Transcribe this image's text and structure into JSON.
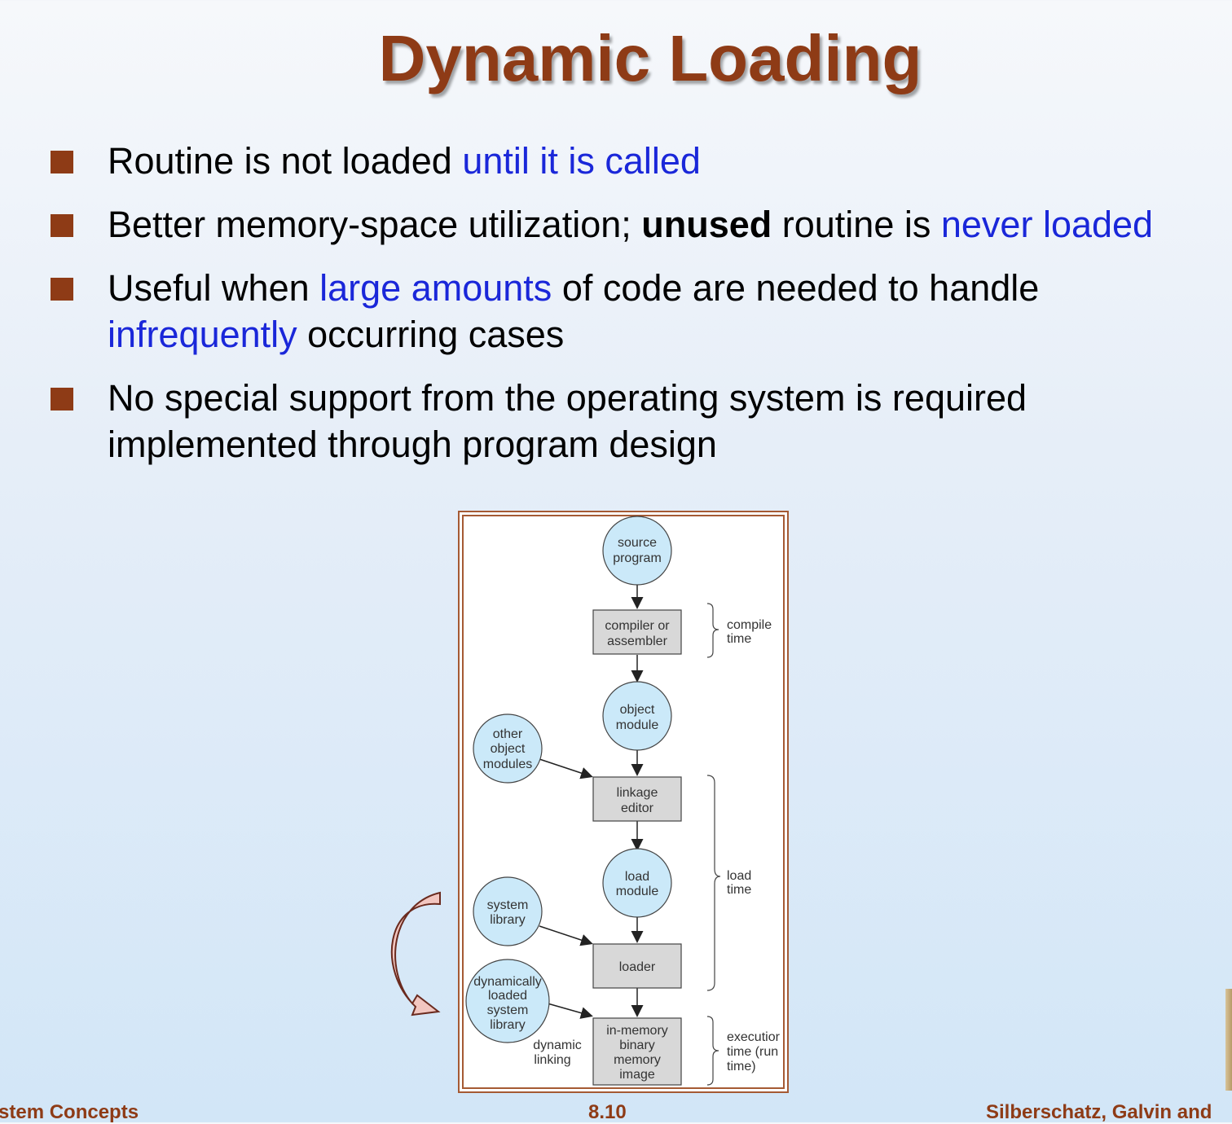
{
  "slide": {
    "title": "Dynamic Loading",
    "bullets": [
      {
        "parts": [
          {
            "text": "Routine is not loaded "
          },
          {
            "text": "until it is called",
            "style": "blue"
          }
        ]
      },
      {
        "parts": [
          {
            "text": "Better memory-space utilization; "
          },
          {
            "text": "unused",
            "style": "bold"
          },
          {
            "text": " routine is "
          },
          {
            "text": "never loaded",
            "style": "blue"
          }
        ]
      },
      {
        "parts": [
          {
            "text": "Useful when "
          },
          {
            "text": "large amounts",
            "style": "blue"
          },
          {
            "text": " of code are needed to handle"
          }
        ],
        "line2": [
          {
            "text": "infrequently",
            "style": "blue"
          },
          {
            "text": " occurring cases"
          }
        ]
      },
      {
        "parts": [
          {
            "text": "No special support from the operating system is required"
          }
        ],
        "line2": [
          {
            "text": "implemented through program design"
          }
        ]
      }
    ]
  },
  "diagram": {
    "source_program": [
      "source",
      "program"
    ],
    "compiler": [
      "compiler or",
      "assembler"
    ],
    "compile_time": [
      "compile",
      "time"
    ],
    "object_module": [
      "object",
      "module"
    ],
    "other_object_modules": [
      "other",
      "object",
      "modules"
    ],
    "linkage_editor": [
      "linkage",
      "editor"
    ],
    "load_module": [
      "load",
      "module"
    ],
    "load_time": [
      "load",
      "time"
    ],
    "system_library": [
      "system",
      "library"
    ],
    "loader": [
      "loader"
    ],
    "dynamic_library": [
      "dynamically",
      "loaded",
      "system",
      "library"
    ],
    "dynamic_linking": [
      "dynamic",
      "linking"
    ],
    "in_memory": [
      "in-memory",
      "binary",
      "memory",
      "image"
    ],
    "execution_time": [
      "executior",
      "time (run",
      "time)"
    ]
  },
  "footer": {
    "left": "stem Concepts",
    "center": "8.10",
    "right": "Silberschatz, Galvin and"
  }
}
